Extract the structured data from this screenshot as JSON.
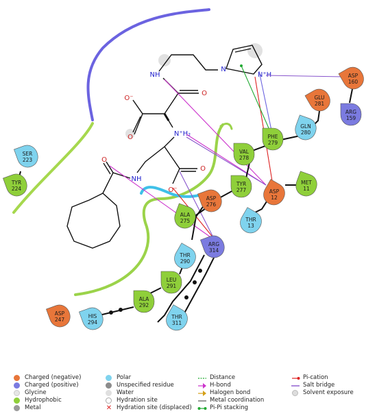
{
  "colors": {
    "charged_negative": "#e8763a",
    "charged_positive": "#7b7be0",
    "glycine": "#e6e6e6",
    "hydrophobic": "#8fcf3a",
    "metal": "#9a9a9a",
    "polar": "#7fd3ee",
    "unspecified": "#8c8c8c",
    "water": "#e0e0e0",
    "hbond": "#cc33cc",
    "pi_cation": "#dd2222",
    "pi_stacking": "#22aa33",
    "salt_bridge": "#8855cc"
  },
  "ligand": {
    "atoms": {
      "nh_top": "NH",
      "n_ring": "N",
      "n_plus_h": "N⁺H",
      "o_carbonyl_top": "O",
      "o_minus_top": "O⁻",
      "o_carbonyl_left": "O",
      "nh2_plus": "N⁺H₂",
      "nh_mid": "NH",
      "o_carbonyl_right": "O",
      "o_minus_bottom": "O⁻"
    }
  },
  "residues": [
    {
      "name": "ASP",
      "num": "160",
      "type": "charged_negative"
    },
    {
      "name": "ARG",
      "num": "159",
      "type": "charged_positive"
    },
    {
      "name": "GLU",
      "num": "281",
      "type": "charged_negative"
    },
    {
      "name": "GLN",
      "num": "280",
      "type": "polar"
    },
    {
      "name": "PHE",
      "num": "279",
      "type": "hydrophobic"
    },
    {
      "name": "VAL",
      "num": "278",
      "type": "hydrophobic"
    },
    {
      "name": "TYR",
      "num": "277",
      "type": "hydrophobic"
    },
    {
      "name": "ASP",
      "num": "12",
      "type": "charged_negative"
    },
    {
      "name": "MET",
      "num": "11",
      "type": "hydrophobic"
    },
    {
      "name": "THR",
      "num": "13",
      "type": "polar"
    },
    {
      "name": "ASP",
      "num": "276",
      "type": "charged_negative"
    },
    {
      "name": "ALA",
      "num": "275",
      "type": "hydrophobic"
    },
    {
      "name": "ARG",
      "num": "314",
      "type": "charged_positive"
    },
    {
      "name": "THR",
      "num": "290",
      "type": "polar"
    },
    {
      "name": "LEU",
      "num": "291",
      "type": "hydrophobic"
    },
    {
      "name": "ALA",
      "num": "292",
      "type": "hydrophobic"
    },
    {
      "name": "HIS",
      "num": "294",
      "type": "polar"
    },
    {
      "name": "THR",
      "num": "311",
      "type": "polar"
    },
    {
      "name": "ASP",
      "num": "247",
      "type": "charged_negative"
    },
    {
      "name": "SER",
      "num": "223",
      "type": "polar"
    },
    {
      "name": "TYR",
      "num": "224",
      "type": "hydrophobic"
    }
  ],
  "legend": {
    "col1": [
      "Charged (negative)",
      "Charged (positive)",
      "Glycine",
      "Hydrophobic",
      "Metal"
    ],
    "col2": [
      "Polar",
      "Unspecified residue",
      "Water",
      "Hydration site",
      "Hydration site (displaced)"
    ],
    "col3": [
      "Distance",
      "H-bond",
      "Halogen bond",
      "Metal coordination",
      "Pi-Pi stacking"
    ],
    "col4": [
      "Pi-cation",
      "Salt bridge",
      "Solvent exposure"
    ]
  }
}
